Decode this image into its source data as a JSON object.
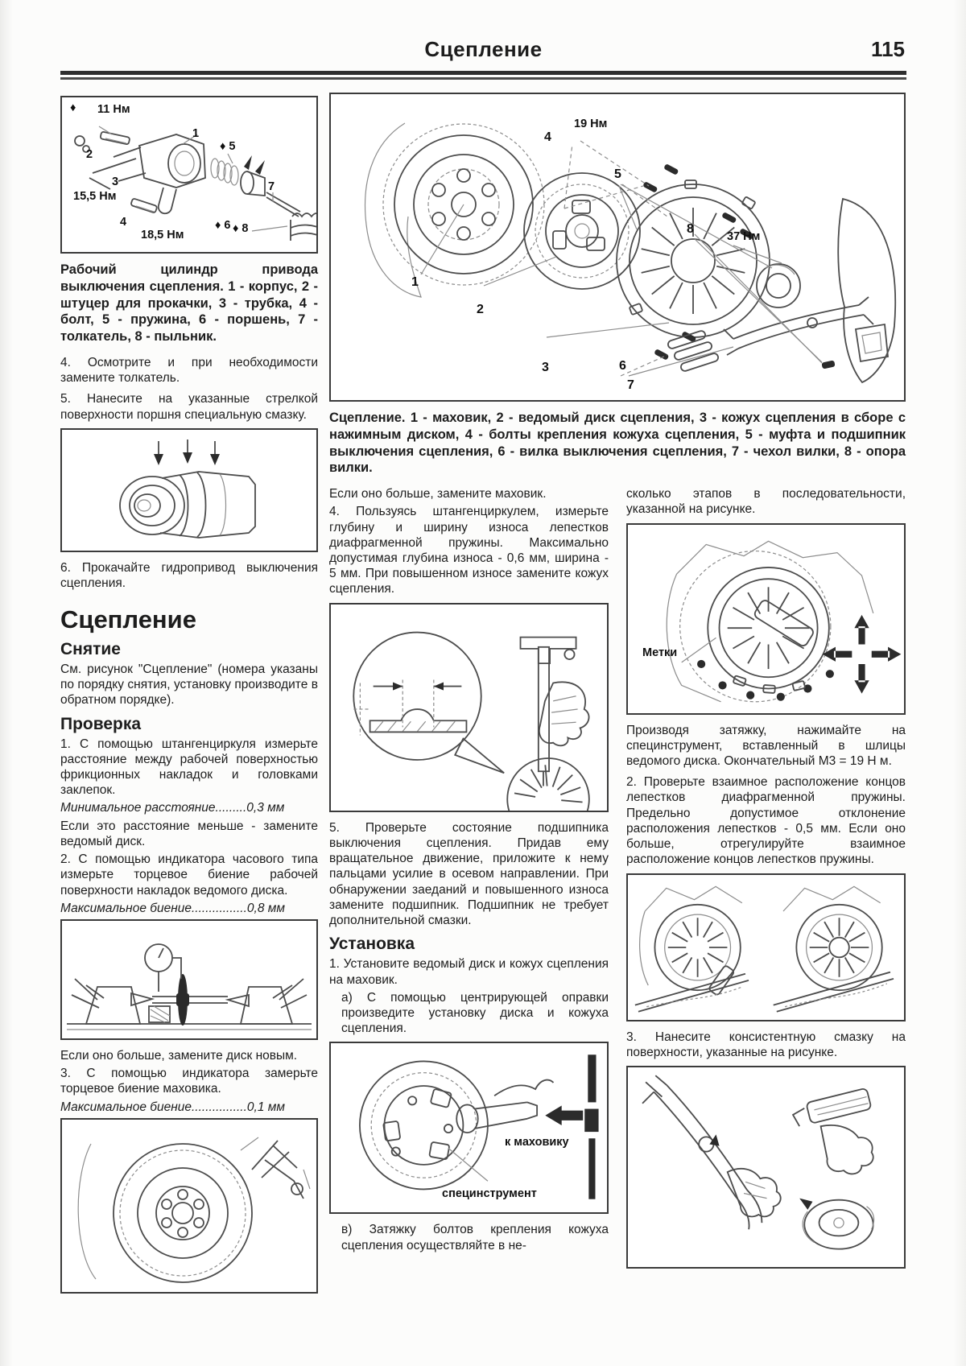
{
  "page": {
    "header_title": "Сцепление",
    "page_number": "115"
  },
  "left": {
    "fig_cylinder_labels": {
      "diamond": "♦",
      "t11": "11 Нм",
      "n1": "1",
      "n2": "2",
      "n3": "3",
      "t155": "15,5 Нм",
      "n4": "4",
      "t185": "18,5 Нм",
      "n5": "♦ 5",
      "n6": "♦ 6",
      "n7": "7",
      "n8": "♦ 8"
    },
    "caption_cylinder": "Рабочий цилиндр привода выключения сцепления. 1 - корпус, 2 - штуцер для прокачки, 3 - трубка, 4 - болт, 5 - пружина, 6 - поршень, 7 - толкатель, 8 - пыльник.",
    "step4": "4. Осмотрите и при необходимости замените толкатель.",
    "step5": "5. Нанесите на указанные стрелкой поверхности поршня специальную смазку.",
    "step6": "6. Прокачайте гидропривод выключения сцепления.",
    "section_title": "Сцепление",
    "removal_title": "Снятие",
    "removal_text": "См. рисунок \"Сцепление\" (номера указаны по порядку снятия, установку производите в обратном порядке).",
    "check_title": "Проверка",
    "check1": "1. С помощью штангенциркуля измерьте расстояние между рабочей поверхностью фрикционных накладок и головками заклепок.",
    "spec_min_distance": "Минимальное расстояние.........0,3 мм",
    "check1b": "Если это расстояние меньше - замените ведомый диск.",
    "check2": "2. С помощью индикатора часового типа измерьте торцевое биение рабочей поверхности накладок ведомого диска.",
    "spec_runout_disc": "Максимальное биение................0,8 мм",
    "check2b": "Если оно больше, замените диск новым.",
    "check3": "3. С помощью индикатора замерьте торцевое биение маховика.",
    "spec_runout_flywheel": "Максимальное биение................0,1 мм"
  },
  "main_figure": {
    "labels": {
      "n1": "1",
      "n2": "2",
      "n3": "3",
      "n4": "4",
      "n5": "5",
      "n6": "6",
      "n7": "7",
      "n8": "8",
      "t19": "19 Нм",
      "t37": "37 Нм"
    },
    "caption": "Сцепление. 1 - маховик, 2 - ведомый диск сцепления, 3 - кожух сцепления в сборе с нажимным диском, 4 - болты крепления кожуха сцепления, 5 - муфта и подшипник выключения сцепления, 6 - вилка выключения сцепления, 7 - чехол вилки, 8 - опора вилки."
  },
  "middle": {
    "p_flywheel_replace": "Если оно больше, замените маховик.",
    "check4": "4. Пользуясь штангенциркулем, измерьте глубину и ширину износа лепестков диафрагменной пружины. Максимально допустимая глубина износа - 0,6 мм, ширина - 5 мм. При повышенном износе замените кожух сцепления.",
    "check5": "5. Проверьте состояние подшипника выключения сцепления. Придав ему вращательное движение, приложите к нему пальцами усилие в осевом направлении. При обнаружении заеданий и повышенного износа замените подшипник. Подшипник не требует дополнительной смазки.",
    "install_title": "Установка",
    "install1": "1. Установите ведомый диск и кожух сцепления на маховик.",
    "install1a": "а) С помощью центрирующей оправки произведите установку диска и кожуха сцепления.",
    "fig_tool_labels": {
      "to_flywheel": "к маховику",
      "special_tool": "специнструмент"
    },
    "install1v": "в) Затяжку болтов крепления кожуха сцепления осуществляйте в не-"
  },
  "right": {
    "continuation": "сколько этапов в последовательности, указанной на рисунке.",
    "fig_marks_label": "Метки",
    "p_tighten": "Производя затяжку, нажимайте на специнструмент, вставленный в шлицы ведомого диска. Окончательный М3 = 19 Н м.",
    "check2_fingers": "2. Проверьте взаимное расположение концов лепестков диафрагменной пружины. Предельно допустимое отклонение расположения лепестков - 0,5 мм. Если оно больше, отрегулируйте взаимное расположение концов лепестков пружины.",
    "step3_grease": "3. Нанесите консистентную смазку на поверхности, указанные на рисунке."
  }
}
